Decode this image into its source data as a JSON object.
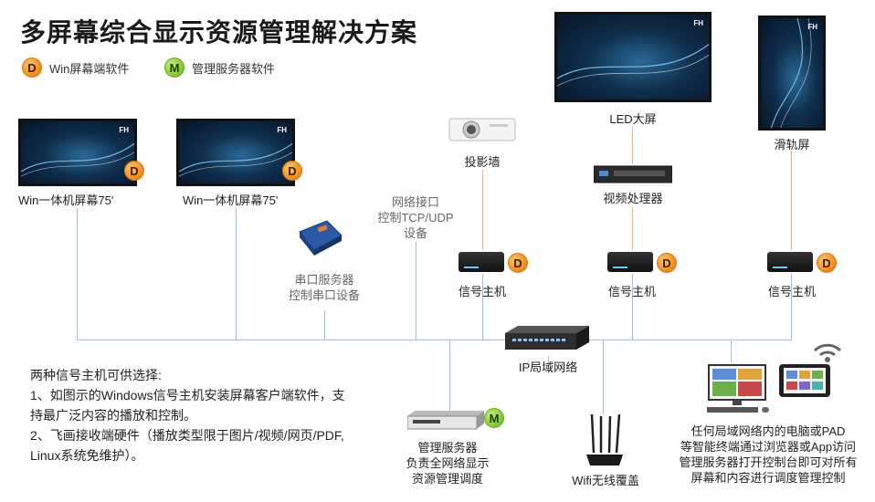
{
  "title": "多屏幕综合显示资源管理解决方案",
  "legend": {
    "d_letter": "D",
    "d_label": "Win屏幕端软件",
    "m_letter": "M",
    "m_label": "管理服务器软件"
  },
  "screen_logo": "FH",
  "nodes": {
    "win1": "Win一体机屏幕75'",
    "win2": "Win一体机屏幕75'",
    "led": "LED大屏",
    "slide": "滑轨屏",
    "projector": "投影墙",
    "video_proc": "视频处理器",
    "net_port": [
      "网络接口",
      "控制TCP/UDP",
      "设备"
    ],
    "serial": [
      "串口服务器",
      "控制串口设备"
    ],
    "host1": "信号主机",
    "host2": "信号主机",
    "host3": "信号主机",
    "switch": "IP局域网络",
    "server": [
      "管理服务器",
      "负责全网络显示",
      "资源管理调度"
    ],
    "wifi": "Wifi无线覆盖",
    "terminals": [
      "任何局域网络内的电脑或PAD",
      "等智能终端通过浏览器或App访问",
      "管理服务器打开控制台即可对所有",
      "屏幕和内容进行调度管理控制"
    ]
  },
  "notes": [
    "两种信号主机可供选择:",
    "1、如图示的Windows信号主机安装屏幕客户端软件，支",
    "持最广泛内容的播放和控制。",
    "2、飞画接收端硬件（播放类型限于图片/视频/网页/PDF,",
    "Linux系统免维护）。"
  ],
  "colors": {
    "line_blue": "#9ebedc",
    "line_orange": "#f2b07a",
    "badge_d": "#f08a12",
    "badge_m": "#7cc52c"
  }
}
